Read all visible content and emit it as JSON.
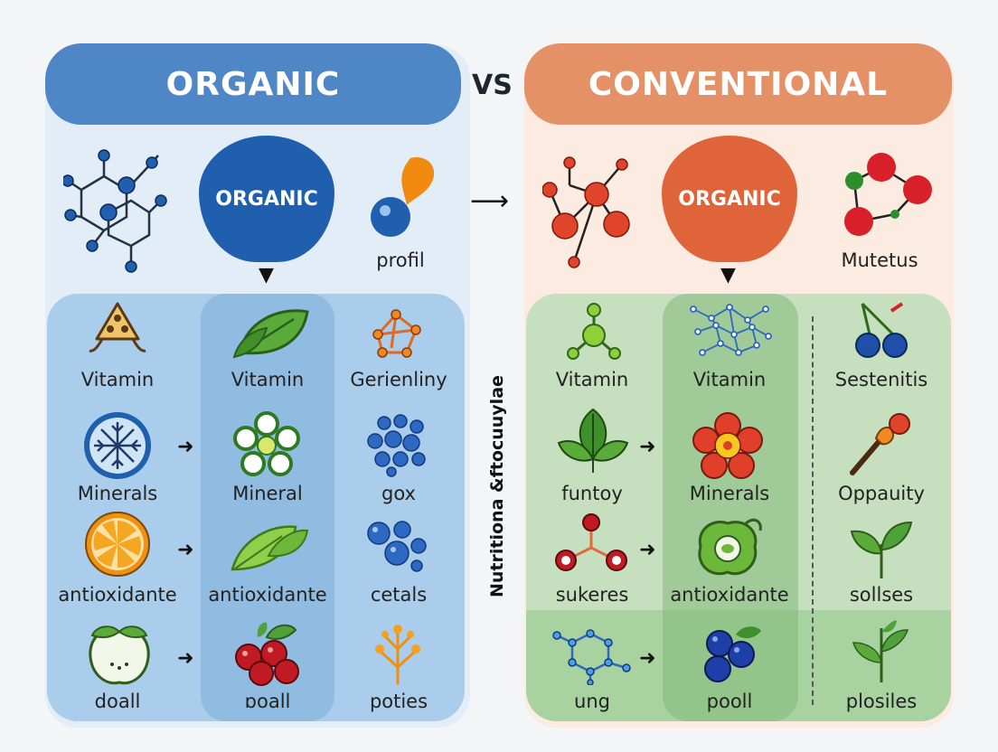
{
  "left": {
    "header": "ORGANIC",
    "blob_label": "ORGANIC",
    "top_right_label": "profil",
    "grid": [
      [
        "Vitamin",
        "Vitamin",
        "Gerienliny"
      ],
      [
        "Minerals",
        "Mineral",
        "gox"
      ],
      [
        "antioxidante",
        "antioxidante",
        "cetals"
      ],
      [
        "doall",
        "ɒoall",
        "poties"
      ]
    ]
  },
  "right": {
    "header": "CONVENTIONAL",
    "blob_label": "ORGANIC",
    "top_right_label": "Mutetus",
    "grid": [
      [
        "Vitamin",
        "Vitamin",
        "Sestenitis"
      ],
      [
        "funtoy",
        "Minerals",
        "Oppauity"
      ],
      [
        "sukeres",
        "antioxidante",
        "sollses"
      ],
      [
        "ung",
        "pooll",
        "plosiles"
      ]
    ]
  },
  "vs_label": "VS",
  "side_label": "Nutritiona &ftocuuylae",
  "colors": {
    "organic_header": "#4f86c6",
    "organic_bg": "#e3edf8",
    "organic_panel": "#a9cdea",
    "organic_column": "#8fbce0",
    "organic_blob": "#1f5fae",
    "conventional_header": "#e49168",
    "conventional_bg": "#fbebe0",
    "conventional_panel": "#c6e0bf",
    "conventional_column": "#a8cf9f",
    "conventional_blob": "#e0643a"
  }
}
